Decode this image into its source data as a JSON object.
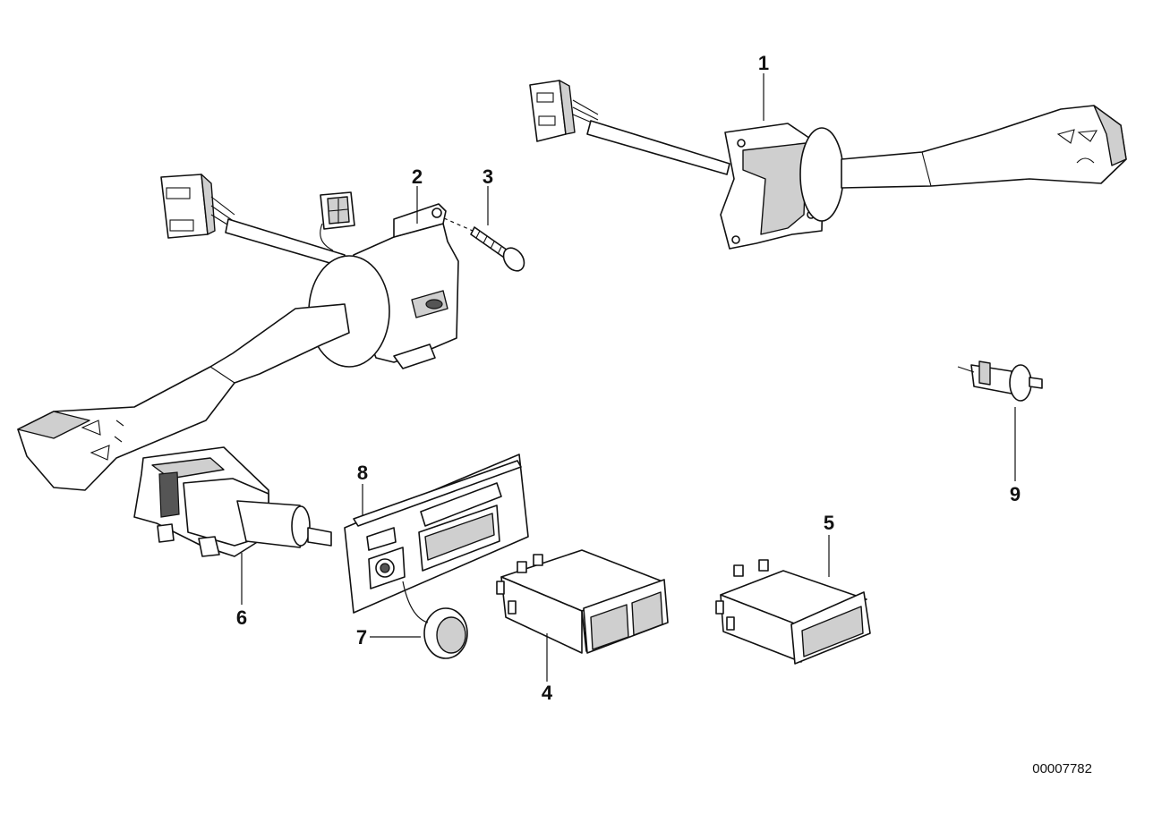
{
  "callouts": {
    "c1": "1",
    "c2": "2",
    "c3": "3",
    "c4": "4",
    "c5": "5",
    "c6": "6",
    "c7": "7",
    "c8": "8",
    "c9": "9"
  },
  "doc_id": "00007782"
}
